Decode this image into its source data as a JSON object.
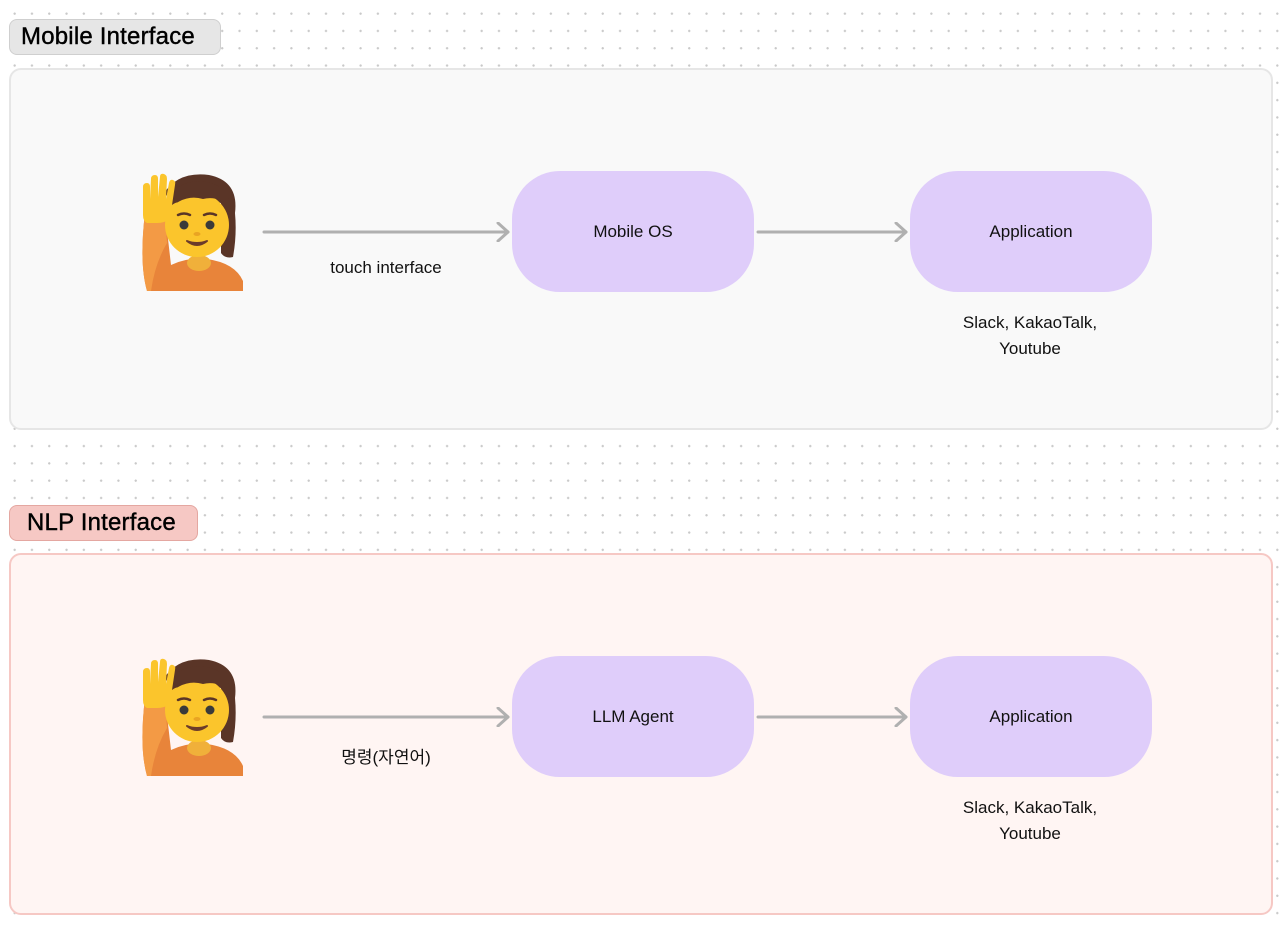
{
  "sections": [
    {
      "id": "mobile",
      "title": "Mobile Interface",
      "actor_icon": "person-raising-hand-emoji",
      "edge1_label": "touch interface",
      "middle_node": "Mobile OS",
      "end_node": "Application",
      "end_caption_line1": "Slack, KakaoTalk,",
      "end_caption_line2": "Youtube"
    },
    {
      "id": "nlp",
      "title": "NLP Interface",
      "actor_icon": "person-raising-hand-emoji",
      "edge1_label": "명령(자연어)",
      "middle_node": "LLM Agent",
      "end_node": "Application",
      "end_caption_line1": "Slack, KakaoTalk,",
      "end_caption_line2": "Youtube"
    }
  ],
  "colors": {
    "node_fill": "#dfcdfa",
    "arrow": "#b0b0b0",
    "mobile_label_bg": "#e6e6e6",
    "nlp_label_bg": "#f6c8c4",
    "nlp_frame_bg": "#fff5f3"
  }
}
